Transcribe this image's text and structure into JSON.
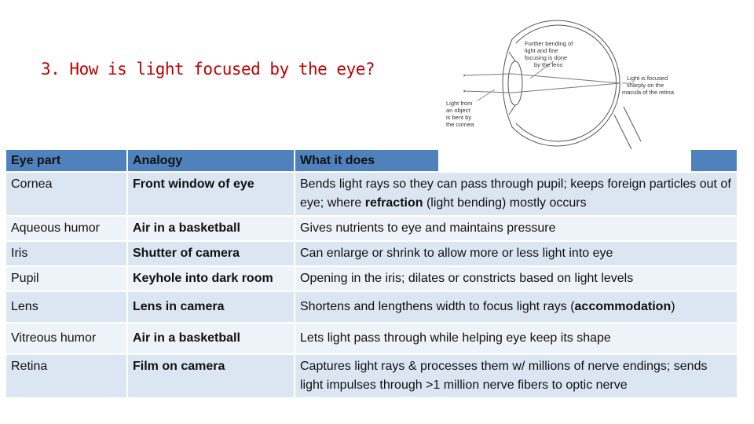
{
  "title": "3. How is light focused by the eye?",
  "diagram": {
    "label_top_right": [
      "Further bending of",
      "light and fine",
      "focusing is done",
      "by the lens"
    ],
    "label_right": [
      "Light is focused",
      "sharply on the",
      "macula of the retina"
    ],
    "label_left": [
      "Light from",
      "an object",
      "is bent by",
      "the cornea"
    ]
  },
  "table": {
    "headers": [
      "Eye part",
      "Analogy",
      "What it does"
    ],
    "rows": [
      {
        "part": "Cornea",
        "analogy": "Front window of eye",
        "does_pre": "Bends light rays so they can pass through pupil; keeps foreign particles out of eye; where ",
        "does_bold": "refraction",
        "does_post": " (light bending) mostly occurs"
      },
      {
        "part": "Aqueous humor",
        "analogy": "Air in a basketball",
        "does_pre": "Gives nutrients to eye and maintains pressure",
        "does_bold": "",
        "does_post": ""
      },
      {
        "part": "Iris",
        "analogy": "Shutter of camera",
        "does_pre": "Can enlarge or shrink to allow more or less light into eye",
        "does_bold": "",
        "does_post": ""
      },
      {
        "part": "Pupil",
        "analogy": "Keyhole into dark room",
        "does_pre": "Opening in the iris; dilates or constricts based on light levels",
        "does_bold": "",
        "does_post": ""
      },
      {
        "part": "Lens",
        "analogy": "Lens in camera",
        "does_pre": "Shortens and lengthens width to focus light rays (",
        "does_bold": "accommodation",
        "does_post": ")"
      },
      {
        "part": "Vitreous humor",
        "analogy": "Air in a basketball",
        "does_pre": "Lets light pass through while helping eye keep its shape",
        "does_bold": "",
        "does_post": ""
      },
      {
        "part": "Retina",
        "analogy": "Film on camera",
        "does_pre": "Captures light rays & processes them w/ millions of nerve endings; sends light impulses through >1 million nerve fibers to optic nerve",
        "does_bold": "",
        "does_post": ""
      }
    ]
  },
  "colors": {
    "title": "#c00000",
    "header": "#4f81bd",
    "row": "#dce6f2",
    "row_alt": "#eef3f9"
  }
}
